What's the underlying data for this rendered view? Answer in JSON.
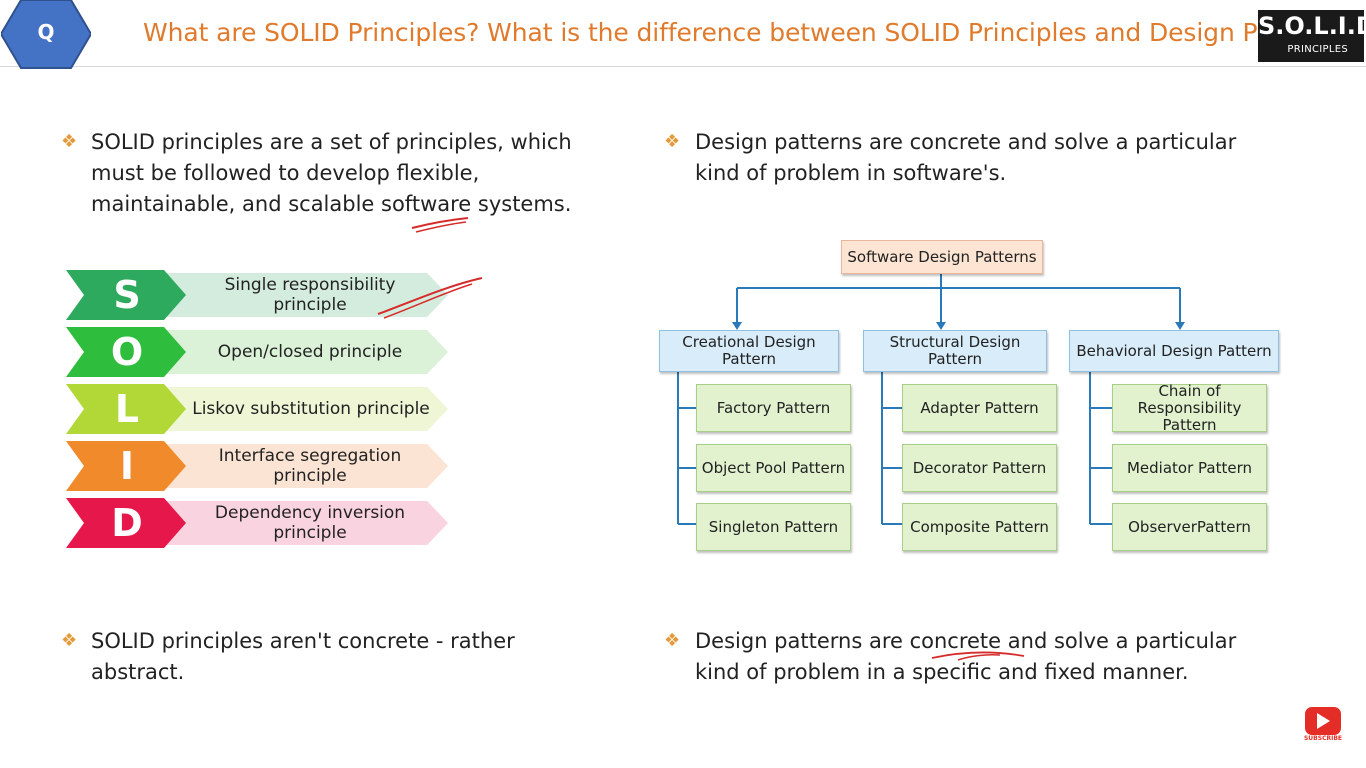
{
  "header": {
    "q_label": "Q",
    "title": "What are SOLID Principles? What is the difference between SOLID Principles and Design Patterns?",
    "logo_main": "S.O.L.I.D.",
    "logo_sub": "PRINCIPLES",
    "title_color": "#e07a2c"
  },
  "bullets": {
    "solid_intro": [
      "SOLID principles are a set of principles, which",
      "must be followed to develop flexible,",
      "maintainable, and scalable software systems."
    ],
    "patterns_intro": [
      "Design patterns are concrete and solve a particular",
      "kind of problem in software's."
    ],
    "solid_abstract": [
      "SOLID principles aren't concrete - rather",
      "abstract."
    ],
    "patterns_specific": [
      "Design patterns are concrete and solve a particular",
      "kind of problem in a specific and fixed manner."
    ],
    "bullet_icon": "diamond-bullet-icon"
  },
  "solid_list": [
    {
      "letter": "S",
      "label": "Single responsibility principle",
      "color": "#2eaa5e",
      "band": "#d4ecdd"
    },
    {
      "letter": "O",
      "label": "Open/closed principle",
      "color": "#2fbd3d",
      "band": "#dbf2d8"
    },
    {
      "letter": "L",
      "label": "Liskov substitution principle",
      "color": "#b1d836",
      "band": "#eef6d6"
    },
    {
      "letter": "I",
      "label": "Interface segregation principle",
      "color": "#f08a2a",
      "band": "#fbe4d3"
    },
    {
      "letter": "D",
      "label": "Dependency inversion principle",
      "color": "#e6174a",
      "band": "#f9d3df"
    }
  ],
  "tree": {
    "root": "Software Design Patterns",
    "categories": [
      {
        "name": "Creational Design Pattern",
        "children": [
          "Factory Pattern",
          "Object Pool Pattern",
          "Singleton Pattern"
        ]
      },
      {
        "name": "Structural Design Pattern",
        "children": [
          "Adapter Pattern",
          "Decorator Pattern",
          "Composite Pattern"
        ]
      },
      {
        "name": "Behavioral Design Pattern",
        "children": [
          "Chain of Responsibility Pattern",
          "Mediator Pattern",
          "ObserverPattern"
        ]
      }
    ]
  },
  "subscribe": {
    "label": "SUBSCRIBE"
  }
}
